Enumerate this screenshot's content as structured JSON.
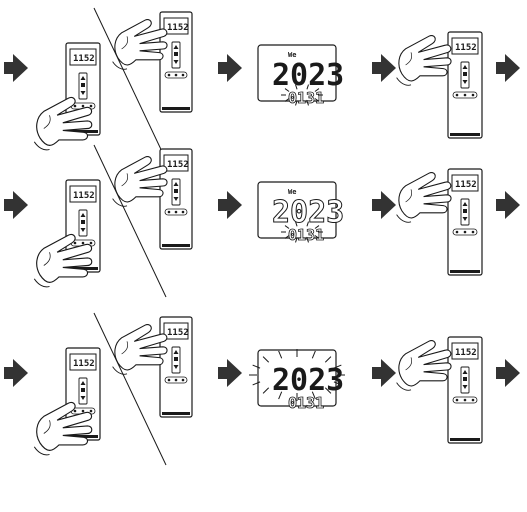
{
  "rows": [
    {
      "remote_display": "1152",
      "screen": {
        "top_label": "We",
        "year": "2023",
        "date": "0131",
        "blink": "date",
        "style": "normal"
      }
    },
    {
      "remote_display": "1152",
      "screen": {
        "top_label": "We",
        "year": "2023",
        "date": "0131",
        "blink": "date",
        "style": "outline"
      }
    },
    {
      "remote_display": "1152",
      "screen": {
        "top_label": "",
        "year": "2023",
        "date": "0131",
        "blink": "year",
        "style": "normal"
      }
    }
  ],
  "colors": {
    "arrow": "#333333",
    "line": "#1a1a1a",
    "panel": "#ffffff"
  }
}
